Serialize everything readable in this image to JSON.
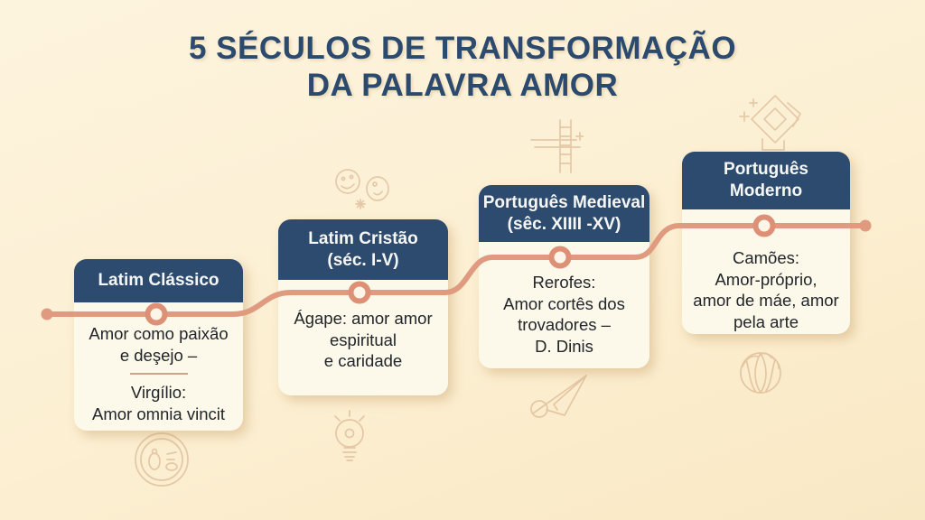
{
  "title": {
    "line1": "5 SÉCULOS DE TRANSFORMAÇÃO",
    "line2": "DA PALAVRA AMOR"
  },
  "stages": [
    {
      "name": "Latim Clássico",
      "name_line2": "",
      "description": "Amor como paixão\ne deşejo –",
      "description2": "Virgílio:\nAmor omnia vincit"
    },
    {
      "name": "Latim Cristão",
      "name_line2": "(séc. I-V)",
      "description": "Ágape: amor amor\nespiritual\ne caridade",
      "description2": ""
    },
    {
      "name": "Português Medieval",
      "name_line2": "(sêc. XIIII -XV)",
      "description": "Rerofes:\nAmor cortês dos\ntrovadores –\nD. Dinis",
      "description2": ""
    },
    {
      "name": "Português",
      "name_line2": "Moderno",
      "description": "Camões:\nAmor-próprio,\namor de máe, amor\npela arte",
      "description2": ""
    }
  ],
  "colors": {
    "background": "#fcefd2",
    "navy_header": "#2d4b6e",
    "title_navy": "#2c4a6d",
    "timeline_coral": "#df9a80",
    "card_body": "#fcf8ea",
    "body_text": "#22262b",
    "doodle_tan": "#cfa27b"
  },
  "decorations": {
    "icons": [
      "smiley-faces-icon",
      "ladder-icon",
      "gem-icon",
      "ball-icon",
      "paper-plane-icon",
      "lightbulb-icon",
      "medal-icon"
    ]
  }
}
